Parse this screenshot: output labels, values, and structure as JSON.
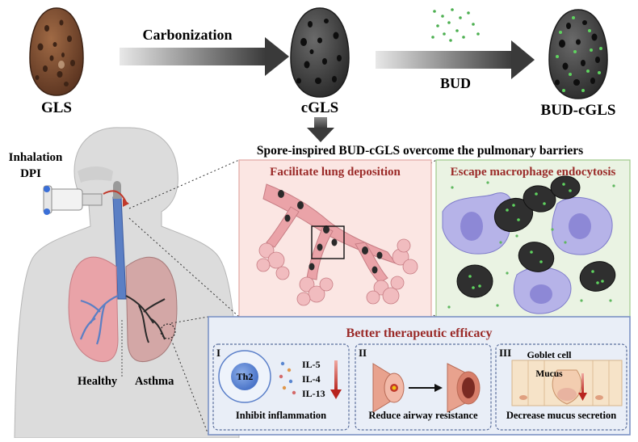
{
  "top_row": {
    "gls_label": "GLS",
    "carbonization_label": "Carbonization",
    "cgls_label": "cGLS",
    "bud_label": "BUD",
    "bud_cgls_label": "BUD-cGLS"
  },
  "headline": "Spore-inspired BUD-cGLS overcome the pulmonary barriers",
  "human": {
    "inhalation_label": "Inhalation",
    "dpi_label": "DPI",
    "healthy_label": "Healthy",
    "asthma_label": "Asthma"
  },
  "panels": {
    "deposition_title": "Facilitate lung deposition",
    "macrophage_title": "Escape macrophage endocytosis",
    "efficacy_title": "Better therapeutic efficacy"
  },
  "subpanels": {
    "one": {
      "numeral": "I",
      "cell_label": "Th2",
      "cytokines": [
        "IL-5",
        "IL-4",
        "IL-13"
      ],
      "caption": "Inhibit inflammation"
    },
    "two": {
      "numeral": "II",
      "caption": "Reduce airway  resistance"
    },
    "three": {
      "numeral": "III",
      "goblet_label": "Goblet cell",
      "mucus_label": "Mucus",
      "caption": "Decrease mucus secretion"
    }
  },
  "colors": {
    "accent_red": "#9a2a28",
    "deposition_bg": "#fbe6e3",
    "macrophage_bg": "#eaf3e3",
    "efficacy_bg": "#e9eef7",
    "efficacy_border": "#7d93c5",
    "spore_brown": "#7a4a2c",
    "spore_dark": "#3a3a3a",
    "lung_pink": "#e9a3a8",
    "drug_green": "#4caf50",
    "trachea_blue": "#5b7fc4"
  }
}
